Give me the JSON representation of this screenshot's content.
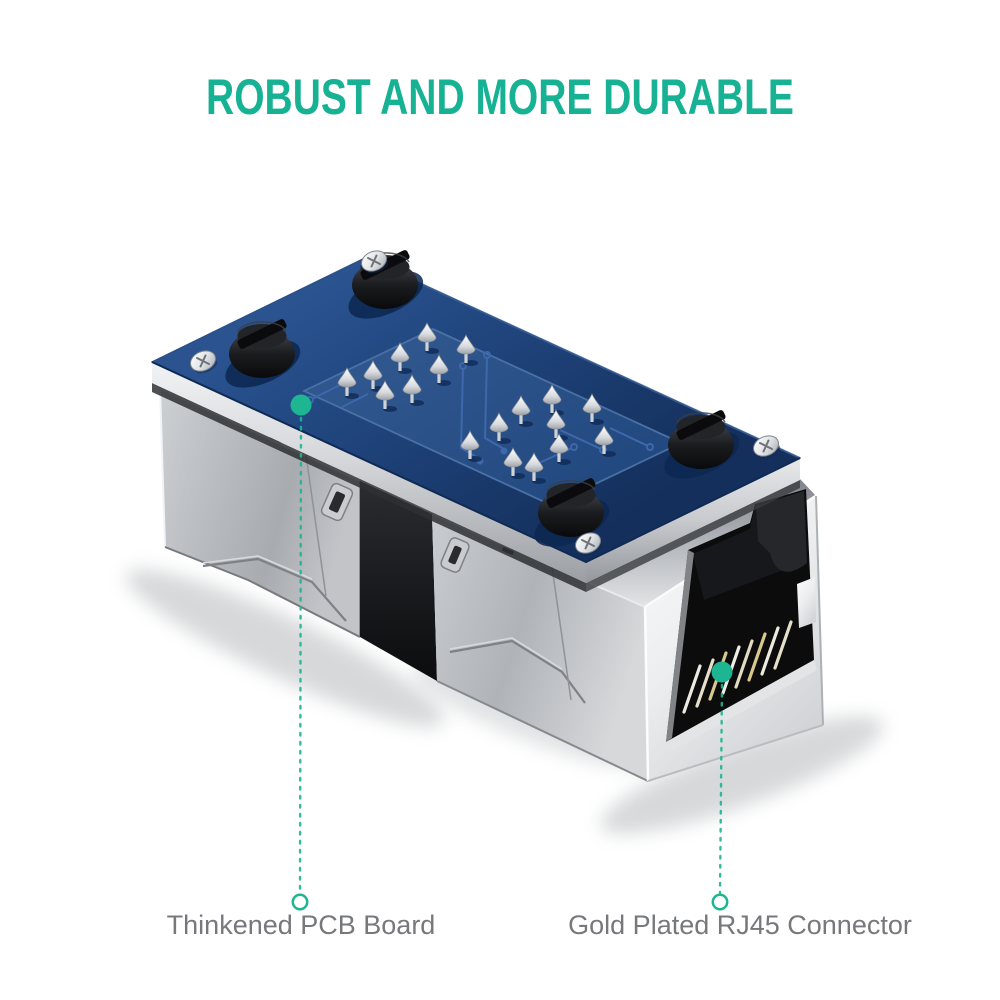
{
  "title": {
    "text": "ROBUST AND MORE DURABLE"
  },
  "callouts": [
    {
      "label": "Thinkened PCB Board"
    },
    {
      "label": "Gold Plated RJ45 Connector"
    }
  ],
  "colors": {
    "accent_teal": "#1eb592",
    "title_teal": "#16b293",
    "label_gray": "#76787b",
    "pcb_blue": "#1d4076",
    "metal_silver": "#c3c6c9",
    "background": "#ffffff"
  }
}
